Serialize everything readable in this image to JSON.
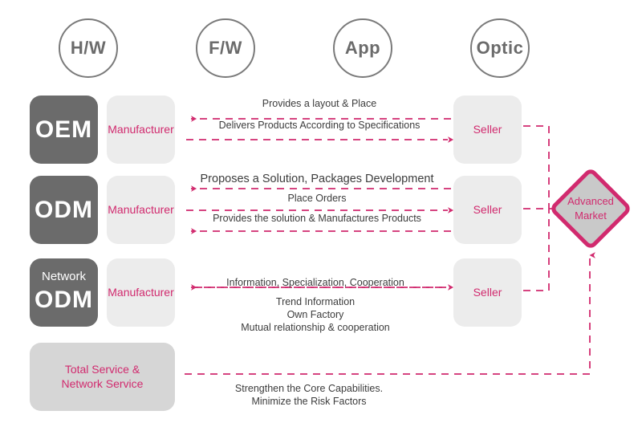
{
  "header": {
    "circles": [
      {
        "label": "H/W",
        "name": "hw"
      },
      {
        "label": "F/W",
        "name": "fw"
      },
      {
        "label": "App",
        "name": "app"
      },
      {
        "label": "Optic",
        "name": "optic"
      }
    ]
  },
  "rows": [
    {
      "model": "OEM",
      "model_sub": "",
      "middle": "Manufacturer",
      "right": "Seller",
      "flows": [
        {
          "text": "Provides a layout & Place",
          "direction": "left"
        },
        {
          "text": "Delivers Products According to Specifications",
          "direction": "right"
        }
      ]
    },
    {
      "model": "ODM",
      "model_sub": "",
      "middle": "Manufacturer",
      "right": "Seller",
      "flows": [
        {
          "text": "Proposes a Solution, Packages Development",
          "direction": "left"
        },
        {
          "text": "Place Orders",
          "direction": "right"
        },
        {
          "text": "Provides the solution & Manufactures Products",
          "direction": "left"
        }
      ]
    },
    {
      "model": "ODM",
      "model_sub": "Network",
      "middle": "Manufacturer",
      "right": "Seller",
      "flows": [
        {
          "text": "Information, Specialization, Cooperation",
          "direction": "both"
        }
      ],
      "extra_notes": [
        "Trend Information",
        "Own Factory",
        "Mutual relationship & cooperation"
      ]
    }
  ],
  "bottom": {
    "box_line1": "Total Service &",
    "box_line2": "Network Service",
    "notes": [
      "Strengthen the Core Capabilities.",
      "Minimize the Risk Factors"
    ]
  },
  "outcome": {
    "line1": "Advanced",
    "line2": "Market"
  },
  "colors": {
    "accent_pink": "#d12a6e",
    "dark_box": "#6b6b6b",
    "light_box": "#ececec",
    "gray_box": "#d6d6d6",
    "text_dark": "#3c3c3c",
    "circle_stroke": "#7a7a7a"
  }
}
